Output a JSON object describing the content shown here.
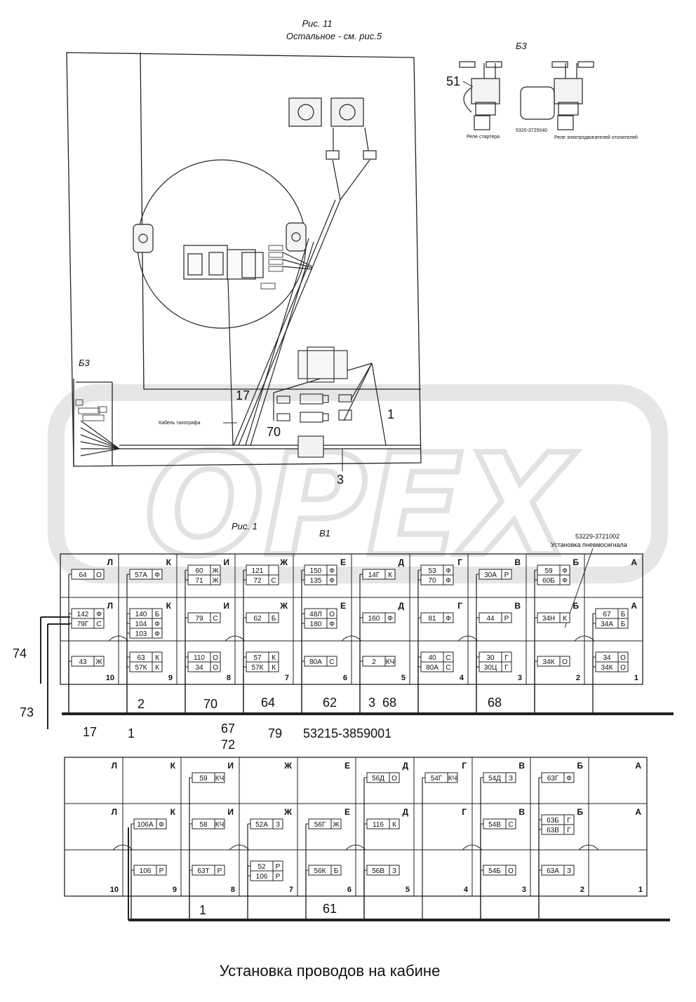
{
  "header": {
    "fig_ref": "Рис. 11",
    "fig_note": "Остальное - см. рис.5"
  },
  "top_view": {
    "section_b3_left": "Б3",
    "cable_label": "Кабель тахографа",
    "callouts": [
      "17",
      "70",
      "1",
      "3"
    ]
  },
  "b3_detail": {
    "title": "Б3",
    "callout": "51",
    "starter_relay": "Реле стартера",
    "part_number": "5320-3725040",
    "heater_relay": "Реле электродвигателей отопителей"
  },
  "watermark": "OPEX",
  "fig1_label": "Рис. 1",
  "b1_label": "В1",
  "pneumo_note": {
    "part": "53229-3721002",
    "label": "Установка пневмосигнала"
  },
  "panel1": {
    "columns": [
      "Л",
      "К",
      "И",
      "Ж",
      "Е",
      "Д",
      "Г",
      "В",
      "Б",
      "А"
    ],
    "numbers": [
      "10",
      "9",
      "8",
      "7",
      "6",
      "5",
      "4",
      "3",
      "2",
      "1"
    ],
    "row1": [
      [
        [
          "64",
          "О"
        ]
      ],
      [
        [
          "57А",
          "Ф"
        ]
      ],
      [
        [
          "60",
          "Ж"
        ],
        [
          "71",
          "Ж"
        ]
      ],
      [
        [
          "121",
          ""
        ],
        [
          "72",
          "С"
        ]
      ],
      [
        [
          "150",
          "Ф"
        ],
        [
          "135",
          "Ф"
        ]
      ],
      [
        [
          "14Г",
          "К"
        ]
      ],
      [
        [
          "53",
          "Ф"
        ],
        [
          "70",
          "Ф"
        ]
      ],
      [
        [
          "30А",
          "Р"
        ]
      ],
      [
        [
          "59",
          "Ф"
        ],
        [
          "60Б",
          "Ф"
        ]
      ],
      []
    ],
    "row2": [
      [
        [
          "142",
          "Ф"
        ],
        [
          "79Г",
          "С"
        ]
      ],
      [
        [
          "140",
          "Б"
        ],
        [
          "104",
          "Ф"
        ],
        [
          "103",
          "Ф"
        ]
      ],
      [
        [
          "79",
          "С"
        ]
      ],
      [
        [
          "62",
          "Б"
        ]
      ],
      [
        [
          "48Л",
          "О"
        ],
        [
          "180",
          "Ф"
        ]
      ],
      [
        [
          "160",
          "Ф"
        ]
      ],
      [
        [
          "81",
          "Ф"
        ]
      ],
      [
        [
          "44",
          "Р"
        ]
      ],
      [
        [
          "34Н",
          "К"
        ]
      ],
      [
        [
          "67",
          "Б"
        ],
        [
          "34А",
          "Б"
        ]
      ]
    ],
    "row3": [
      [
        [
          "43",
          "Ж"
        ]
      ],
      [
        [
          "63",
          "К"
        ],
        [
          "57К",
          "К"
        ]
      ],
      [
        [
          "110",
          "О"
        ],
        [
          "34",
          "О"
        ]
      ],
      [
        [
          "57",
          "К"
        ],
        [
          "57К",
          "К"
        ]
      ],
      [
        [
          "80А",
          "С"
        ]
      ],
      [
        [
          "2",
          "КЧ"
        ]
      ],
      [
        [
          "40",
          "С"
        ],
        [
          "80А",
          "С"
        ]
      ],
      [
        [
          "30",
          "Г"
        ],
        [
          "30Ц",
          "Г"
        ]
      ],
      [
        [
          "34К",
          "О"
        ]
      ],
      [
        [
          "34",
          "О"
        ],
        [
          "34К",
          "О"
        ]
      ]
    ],
    "callouts": [
      "74",
      "73",
      "17",
      "2",
      "1",
      "70",
      "67",
      "72",
      "64",
      "79",
      "62",
      "3",
      "68",
      "68"
    ],
    "part_number": "53215-3859001"
  },
  "panel2": {
    "columns": [
      "Л",
      "К",
      "И",
      "Ж",
      "Е",
      "Д",
      "Г",
      "В",
      "Б",
      "А"
    ],
    "numbers": [
      "10",
      "9",
      "8",
      "7",
      "6",
      "5",
      "4",
      "3",
      "2",
      "1"
    ],
    "row1": [
      [],
      [],
      [
        [
          "59",
          "КЧ"
        ]
      ],
      [],
      [],
      [
        [
          "56Д",
          "О"
        ]
      ],
      [
        [
          "54Г",
          "КЧ"
        ]
      ],
      [
        [
          "54Д",
          "З"
        ]
      ],
      [
        [
          "63Г",
          "Ф"
        ]
      ],
      []
    ],
    "row2": [
      [],
      [
        [
          "106А",
          "Ф"
        ]
      ],
      [
        [
          "58",
          "КЧ"
        ]
      ],
      [
        [
          "52А",
          "З"
        ]
      ],
      [
        [
          "56Г",
          "Ж"
        ]
      ],
      [
        [
          "116",
          "К"
        ]
      ],
      [],
      [
        [
          "54В",
          "С"
        ]
      ],
      [
        [
          "63Б",
          "Г"
        ],
        [
          "63В",
          "Г"
        ]
      ],
      []
    ],
    "row3": [
      [],
      [
        [
          "106",
          "Р"
        ]
      ],
      [
        [
          "63Т",
          "Р"
        ]
      ],
      [
        [
          "52",
          "Р"
        ],
        [
          "106",
          "Р"
        ]
      ],
      [
        [
          "56К",
          "Б"
        ]
      ],
      [
        [
          "56В",
          "З"
        ]
      ],
      [],
      [
        [
          "54Б",
          "О"
        ]
      ],
      [
        [
          "63А",
          "З"
        ]
      ],
      []
    ],
    "callouts": [
      "1",
      "61"
    ]
  },
  "caption": "Установка проводов на кабине"
}
